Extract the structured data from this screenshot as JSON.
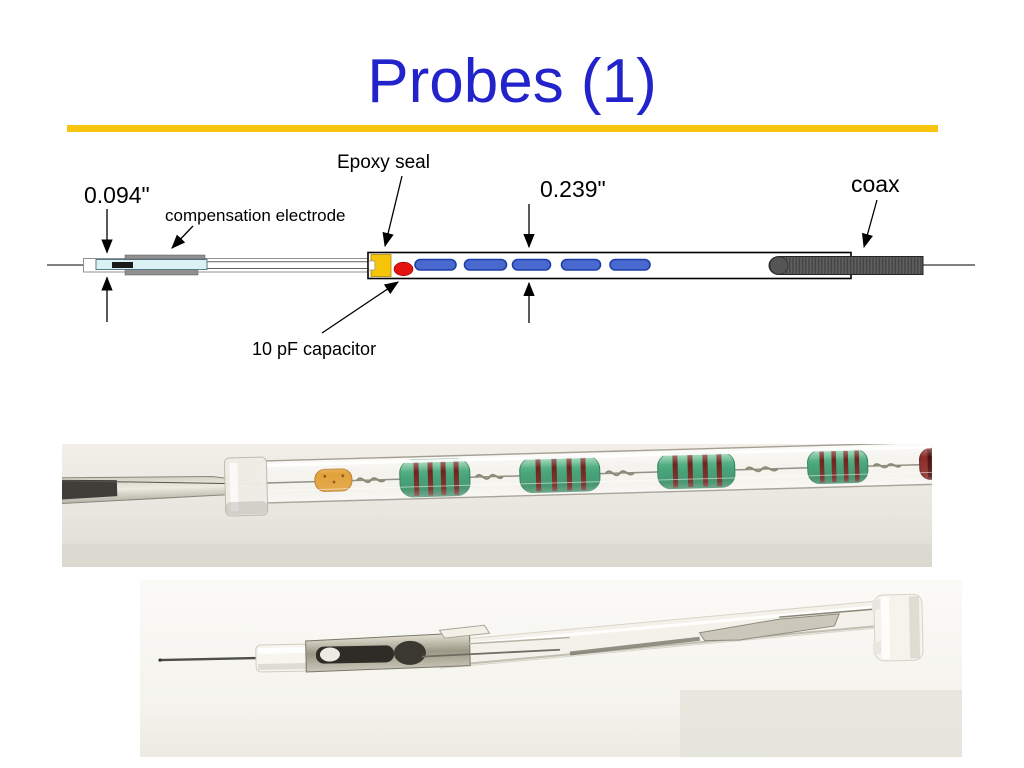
{
  "slide": {
    "title": "Probes (1)",
    "title_color": "#2323CC",
    "accent_bar_color": "#F8C40E"
  },
  "diagram": {
    "labels": {
      "epoxy_seal": "Epoxy seal",
      "dim_tip": "0.094\"",
      "compensation_electrode": "compensation electrode",
      "dim_body": "0.239\"",
      "coax": "coax",
      "capacitor": "10 pF capacitor"
    },
    "colors": {
      "epoxy": "#F6C50A",
      "capacitor": "#E51212",
      "resistor_fill": "#4A69CE",
      "resistor_border": "#1E3FA8",
      "electrode_fill": "#D9F1F2",
      "coax_fill": "#5E5E5E"
    }
  },
  "photos": {
    "top": {
      "name": "resistor-string-in-glass-tube-photo"
    },
    "bottom": {
      "name": "probe-tip-with-metal-clip-photo"
    }
  }
}
